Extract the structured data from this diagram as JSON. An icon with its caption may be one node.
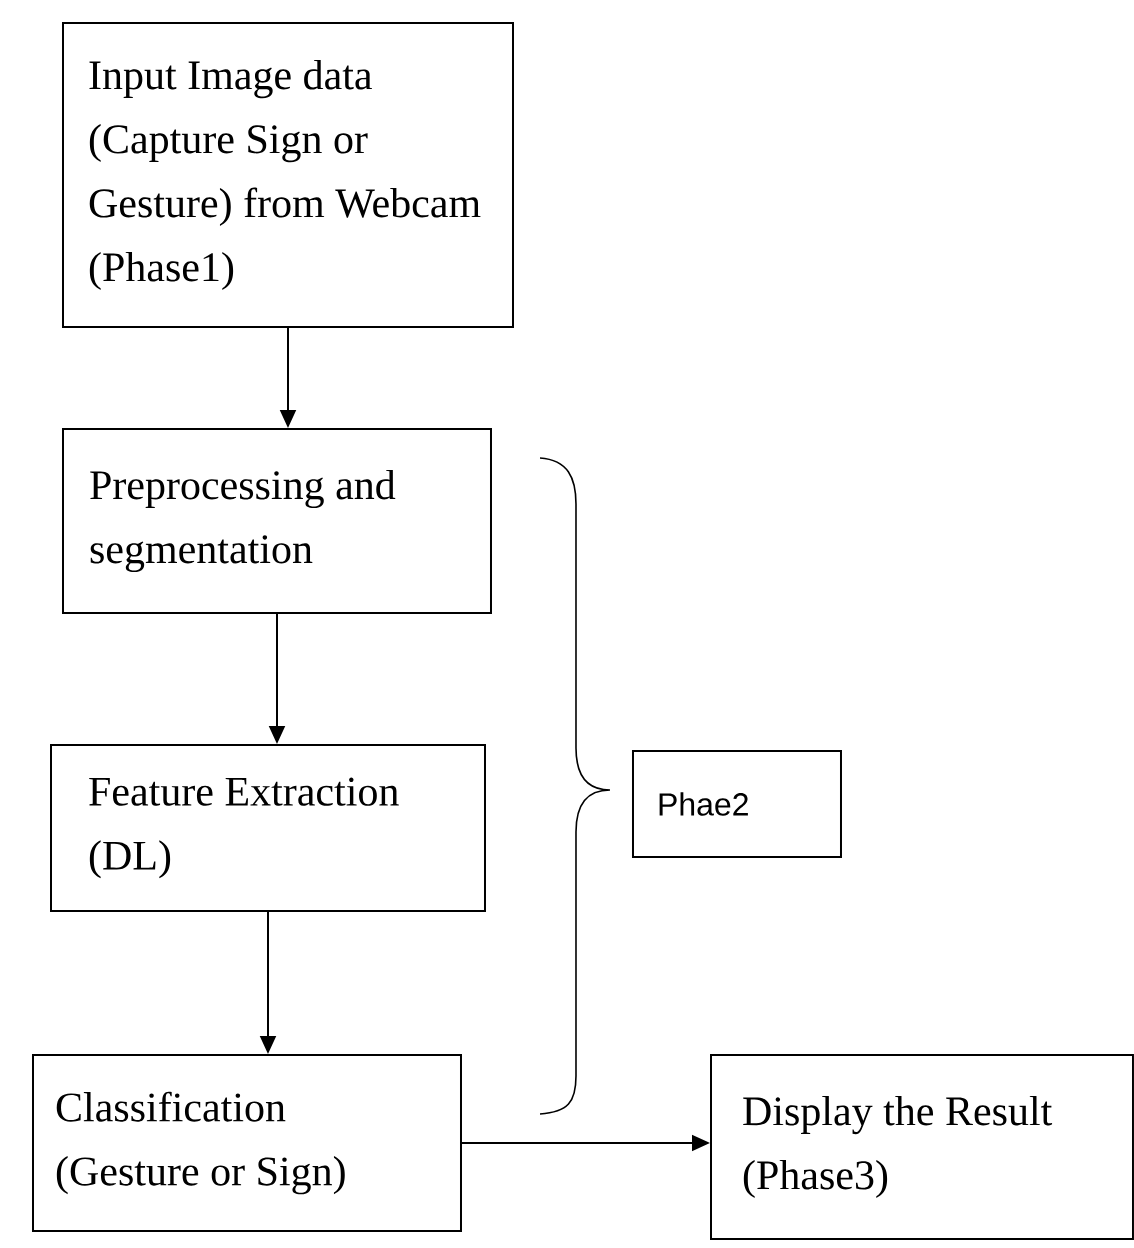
{
  "diagram": {
    "nodes": [
      {
        "text": [
          "Input Image data (Capture Sign or Gesture) from Webcam (Phase1)"
        ]
      },
      {
        "text": [
          "Preprocessing and segmentation"
        ]
      },
      {
        "text": [
          "Feature Extraction (DL)"
        ]
      },
      {
        "text": [
          "Classification (Gesture or Sign)"
        ]
      },
      {
        "text": [
          "Display the Result (Phase3)"
        ]
      },
      {
        "text": [
          "Phae2"
        ]
      }
    ],
    "edges": [
      {
        "from": 0,
        "to": 1,
        "arrow": "to"
      },
      {
        "from": 1,
        "to": 2,
        "arrow": "to"
      },
      {
        "from": 2,
        "to": 3,
        "arrow": "to"
      },
      {
        "from": 3,
        "to": 4,
        "arrow": "to"
      }
    ]
  }
}
